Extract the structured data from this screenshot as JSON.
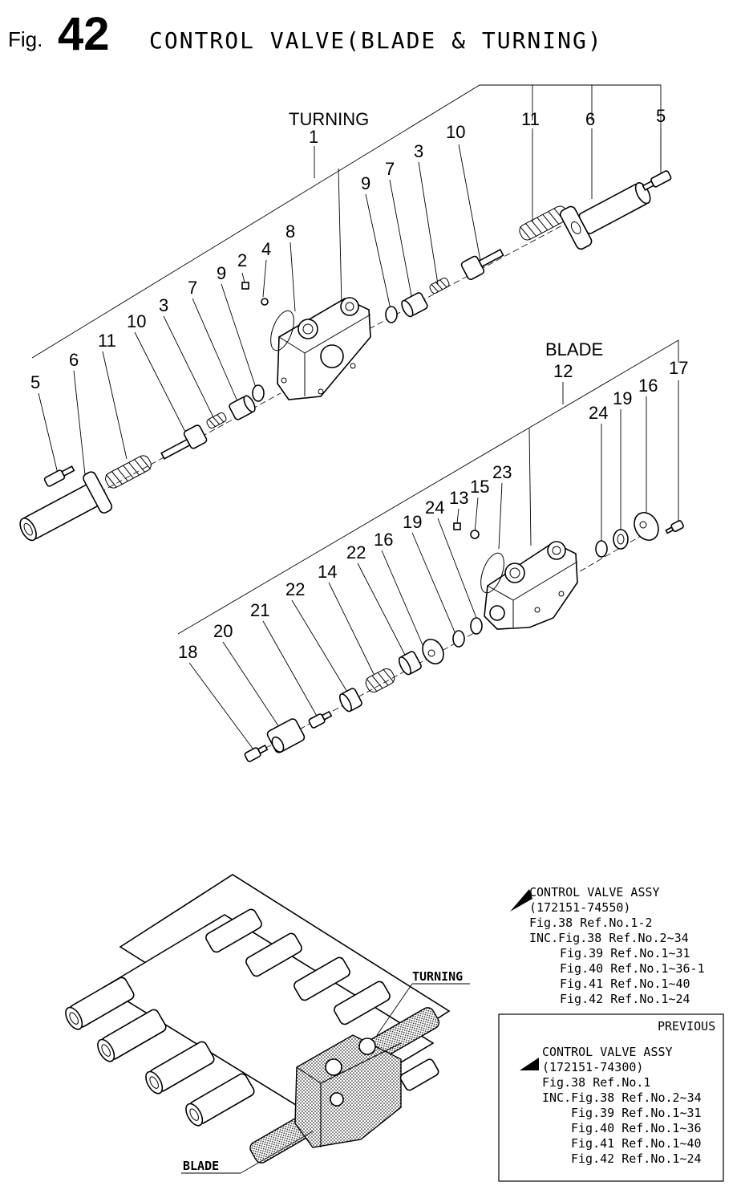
{
  "header": {
    "fig_prefix": "Fig.",
    "fig_number": "42",
    "title": "CONTROL VALVE(BLADE & TURNING)"
  },
  "turning": {
    "name": "TURNING",
    "main_ref": "1",
    "callouts": [
      "5",
      "6",
      "11",
      "10",
      "3",
      "7",
      "9",
      "2",
      "4",
      "8",
      "9",
      "7",
      "3",
      "10",
      "11",
      "6",
      "5"
    ]
  },
  "blade": {
    "name": "BLADE",
    "main_ref": "12",
    "callouts": [
      "18",
      "20",
      "21",
      "22",
      "14",
      "22",
      "16",
      "19",
      "24",
      "13",
      "15",
      "23",
      "24",
      "19",
      "16",
      "17"
    ]
  },
  "overview": {
    "turning_label": "TURNING",
    "blade_label": "BLADE"
  },
  "assy_current": {
    "title": "CONTROL VALVE ASSY",
    "part_no": "(172151-74550)",
    "lines": [
      "Fig.38 Ref.No.1-2",
      "INC.Fig.38 Ref.No.2~34",
      "Fig.39 Ref.No.1~31",
      "Fig.40 Ref.No.1~36-1",
      "Fig.41 Ref.No.1~40",
      "Fig.42 Ref.No.1~24"
    ]
  },
  "assy_previous": {
    "tag": "PREVIOUS",
    "title": "CONTROL VALVE ASSY",
    "part_no": "(172151-74300)",
    "lines": [
      "Fig.38 Ref.No.1",
      "INC.Fig.38 Ref.No.2~34",
      "Fig.39 Ref.No.1~31",
      "Fig.40 Ref.No.1~36",
      "Fig.41 Ref.No.1~40",
      "Fig.42 Ref.No.1~24"
    ]
  }
}
